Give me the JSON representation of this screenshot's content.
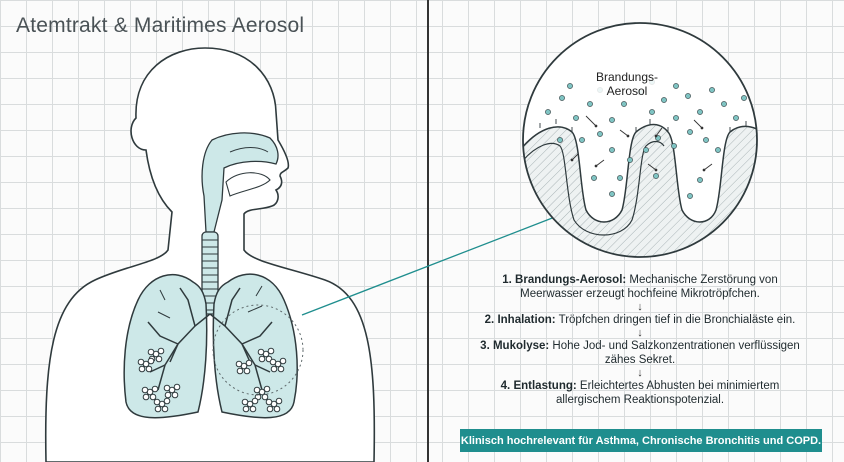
{
  "title": "Atemtrakt & Maritimes Aerosol",
  "zoom_label_line1": "Brandungs-",
  "zoom_label_line2": "Aerosol",
  "steps": [
    {
      "num": "1.",
      "head": "Brandungs-Aerosol:",
      "text": "Mechanische Zerstörung von Meerwasser erzeugt hochfeine Mikrotröpfchen."
    },
    {
      "num": "2.",
      "head": "Inhalation:",
      "text": "Tröpfchen dringen tief in die Bronchialäste ein."
    },
    {
      "num": "3.",
      "head": "Mukolyse:",
      "text": "Hohe Jod- und Salzkonzentrationen verflüssigen zähes Sekret."
    },
    {
      "num": "4.",
      "head": "Entlastung:",
      "text": "Erleichtertes Abhusten bei minimiertem allergischem Reaktionspotenzial."
    }
  ],
  "arrow_glyph": "↓",
  "footer": "Klinisch hochrelevant für Asthma, Chronische Bronchitis und COPD.",
  "colors": {
    "teal": "#1f8e8e",
    "lung_fill": "#cde8e8",
    "droplet": "#7fc4c3",
    "outline": "#2f3a3d"
  }
}
